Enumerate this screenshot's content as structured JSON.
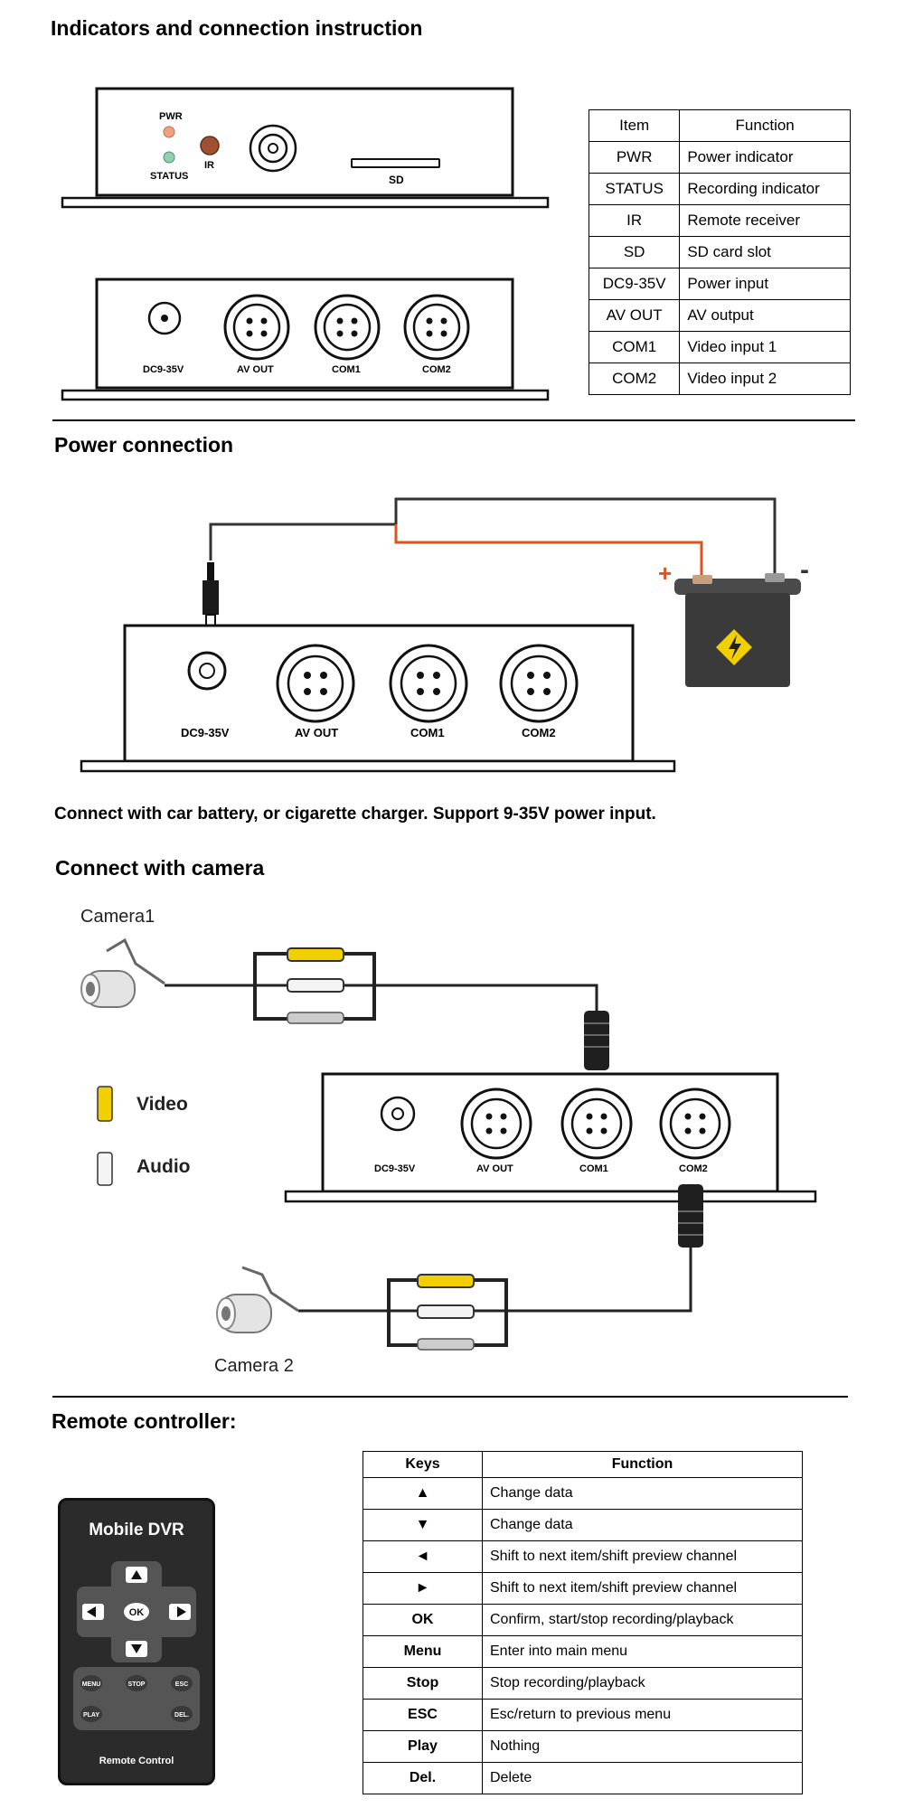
{
  "sections": {
    "indicators": "Indicators and connection instruction",
    "power": "Power connection",
    "camera": "Connect with camera",
    "remote": "Remote controller:"
  },
  "front_panel": {
    "pwr": "PWR",
    "status": "STATUS",
    "ir": "IR",
    "sd": "SD"
  },
  "ports": {
    "dc": "DC9-35V",
    "av_out": "AV OUT",
    "com1": "COM1",
    "com2": "COM2"
  },
  "spec_table": {
    "headers": [
      "Item",
      "Function"
    ],
    "rows": [
      [
        "PWR",
        "Power indicator"
      ],
      [
        "STATUS",
        "Recording indicator"
      ],
      [
        "IR",
        "Remote receiver"
      ],
      [
        "SD",
        "SD card slot"
      ],
      [
        "DC9-35V",
        "Power input"
      ],
      [
        "AV OUT",
        "AV output"
      ],
      [
        "COM1",
        "Video input 1"
      ],
      [
        "COM2",
        "Video input 2"
      ]
    ]
  },
  "battery": {
    "plus": "+",
    "minus": "-"
  },
  "power_note": "Connect with car battery, or cigarette charger. Support 9-35V power input.",
  "cameras": {
    "camera1": "Camera1",
    "camera2": "Camera 2",
    "legend_video": "Video",
    "legend_audio": "Audio"
  },
  "remote": {
    "title": "Mobile DVR",
    "footer": "Remote Control",
    "ok": "OK",
    "menu": "MENU",
    "stop": "STOP",
    "esc": "ESC",
    "play": "PLAY",
    "del": "DEL."
  },
  "keys_table": {
    "headers": [
      "Keys",
      "Function"
    ],
    "rows": [
      [
        "▲",
        "Change data"
      ],
      [
        "▼",
        "Change data"
      ],
      [
        "◄",
        "Shift to next item/shift preview channel"
      ],
      [
        "►",
        "Shift to next item/shift preview channel"
      ],
      [
        "OK",
        "Confirm, start/stop recording/playback"
      ],
      [
        "Menu",
        "Enter into main menu"
      ],
      [
        "Stop",
        "Stop recording/playback"
      ],
      [
        "ESC",
        "Esc/return to previous menu"
      ],
      [
        "Play",
        "Nothing"
      ],
      [
        "Del.",
        "Delete"
      ]
    ]
  },
  "colors": {
    "power_wire": "#e0521e",
    "video_plug": "#f2d000",
    "pwr_led": "#f0a080",
    "status_led": "#8fd0b0",
    "ir_led": "#a05030"
  }
}
